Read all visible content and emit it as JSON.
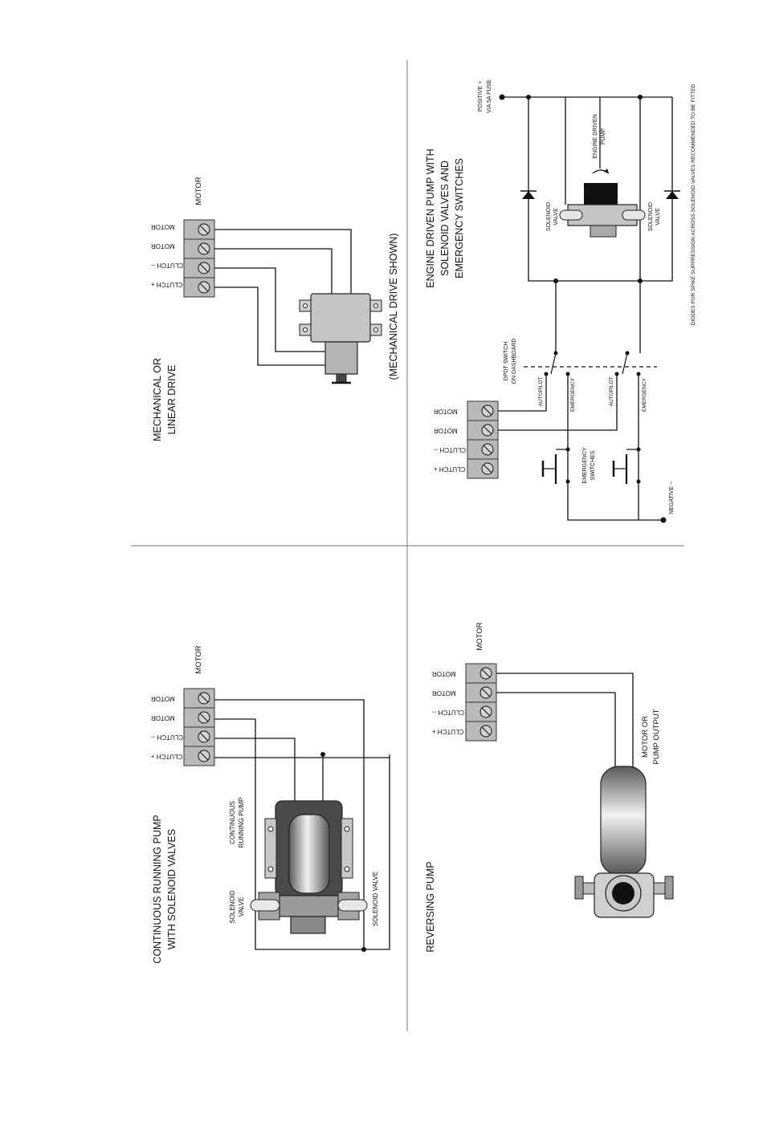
{
  "colors": {
    "terminal_block": "#b9b9b9",
    "pump_body": "#8e8e8e",
    "pump_housing_dark": "#4a4a4a",
    "wire": "#111111",
    "divider": "#777777"
  },
  "terminal_labels": [
    "MOTOR",
    "MOTOR",
    "CLUTCH --",
    "CLUTCH +"
  ],
  "mechanical": {
    "title_line1": "MECHANICAL OR",
    "title_line2": "LINEAR DRIVE",
    "motor_label": "MOTOR",
    "note": "(MECHANICAL DRIVE SHOWN)"
  },
  "engine": {
    "title_line1": "ENGINE DRIVEN PUMP WITH",
    "title_line2": "SOLENOID VALVES AND",
    "title_line3": "EMERGENCY SWITCHES",
    "positive_line1": "POSITIVE +",
    "positive_line2": "VIA 5A FUSE",
    "pump_line1": "ENGINE DRIVEN",
    "pump_line2": "PUMP",
    "valve_line1": "SOLENOID",
    "valve_line2": "VALVE",
    "dpdt_line1": "DPDT SWITCH",
    "dpdt_line2": "ON DASHBOARD",
    "autopilot": "AUTOPILOT",
    "emergency": "EMERGENCY",
    "switches_line1": "EMERGENCY",
    "switches_line2": "SWITCHES",
    "negative": "NEGATIVE --",
    "diode_note": "DIODES FOR SPIKE SUPPRESSION ACROSS SOLENOID VALVES    RECOMMENDED TO BE FITTED"
  },
  "continuous": {
    "title_line1": "CONTINUOUS RUNNING PUMP",
    "title_line2": "WITH SOLENOID VALVES",
    "motor_label": "MOTOR",
    "pump_line1": "CONTINUOUS",
    "pump_line2": "RUNNING PUMP",
    "valve_left_line1": "SOLENOID",
    "valve_left_line2": "VALVE",
    "valve_right": "SOLENOID  VALVE"
  },
  "reversing": {
    "title": "REVERSING PUMP",
    "motor_label": "MOTOR",
    "output_line1": "MOTOR OR",
    "output_line2": "PUMP OUTPUT"
  }
}
